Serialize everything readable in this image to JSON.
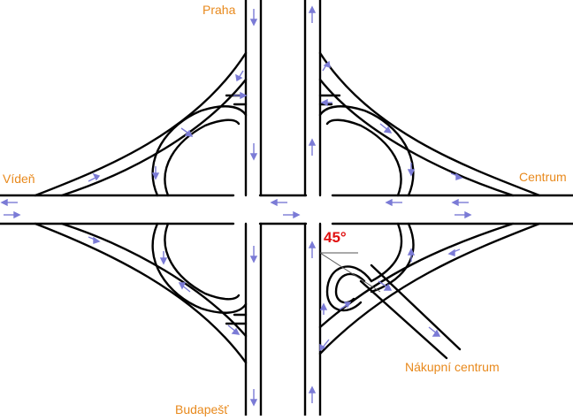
{
  "labels": {
    "north": "Praha",
    "south": "Budapešť",
    "west": "Vídeň",
    "east": "Centrum",
    "shopping": "Nákupní centrum"
  },
  "angle_label": "45°",
  "colors": {
    "label": "#e8891c",
    "angle": "#e01010",
    "road": "#000000",
    "arrow": "#7b7bd6",
    "background": "#ffffff"
  },
  "icons": {
    "direction_marker": "arrow-icon"
  }
}
